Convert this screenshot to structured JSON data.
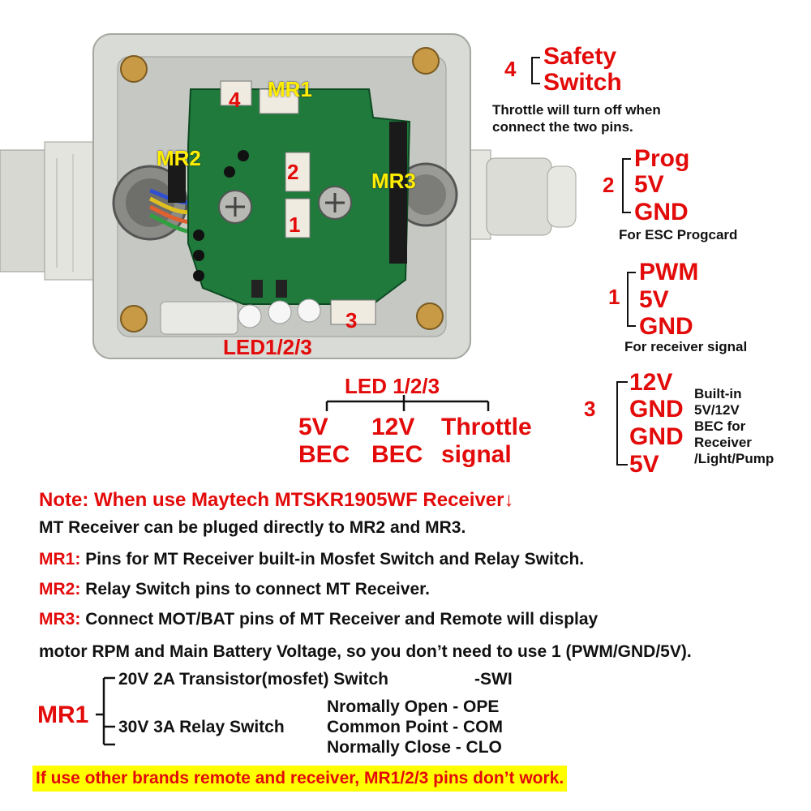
{
  "photo": {
    "mr1": "MR1",
    "mr2": "MR2",
    "mr3": "MR3",
    "p4": "4",
    "p2": "2",
    "p1": "1",
    "p3": "3",
    "led": "LED1/2/3"
  },
  "pin4": {
    "num": "4",
    "items": [
      "Safety",
      "Switch"
    ],
    "desc1": "Throttle will turn off when",
    "desc2": "connect the two pins."
  },
  "pin2": {
    "num": "2",
    "items": [
      "Prog",
      "5V",
      "GND"
    ],
    "desc": "For ESC Progcard"
  },
  "pin1": {
    "num": "1",
    "items": [
      "PWM",
      "5V",
      "GND"
    ],
    "desc": "For receiver signal"
  },
  "pin3": {
    "num": "3",
    "items": [
      "12V",
      "GND",
      "GND",
      "5V"
    ],
    "desc": [
      "Built-in",
      "5V/12V",
      "BEC for",
      "Receiver",
      "/Light/Pump"
    ]
  },
  "led": {
    "title": "LED 1/2/3",
    "items": [
      {
        "l1": "5V",
        "l2": "BEC"
      },
      {
        "l1": "12V",
        "l2": "BEC"
      },
      {
        "l1": "Throttle",
        "l2": "signal"
      }
    ]
  },
  "note": {
    "title": "Note: When use Maytech MTSKR1905WF Receiver↓",
    "line1": "MT Receiver can be pluged directly to MR2 and MR3.",
    "mr1_key": "MR1:",
    "mr1_text": "Pins for MT Receiver built-in Mosfet Switch and Relay Switch.",
    "mr2_key": "MR2:",
    "mr2_text": "Relay Switch pins to connect MT Receiver.",
    "mr3_key": "MR3:",
    "mr3_text": "Connect MOT/BAT pins of MT Receiver and Remote will display",
    "mr3_text2": "motor RPM and Main Battery Voltage, so you don’t need to use 1 (PWM/GND/5V)."
  },
  "mr1_detail": {
    "label": "MR1",
    "swi": "20V 2A Transistor(mosfet) Switch",
    "swi_code": "-SWI",
    "relay": "30V 3A Relay Switch",
    "opts": [
      "Nromally Open - OPE",
      "Common Point - COM",
      "Normally Close - CLO"
    ]
  },
  "warning": "If use other brands remote and receiver, MR1/2/3 pins don’t work."
}
